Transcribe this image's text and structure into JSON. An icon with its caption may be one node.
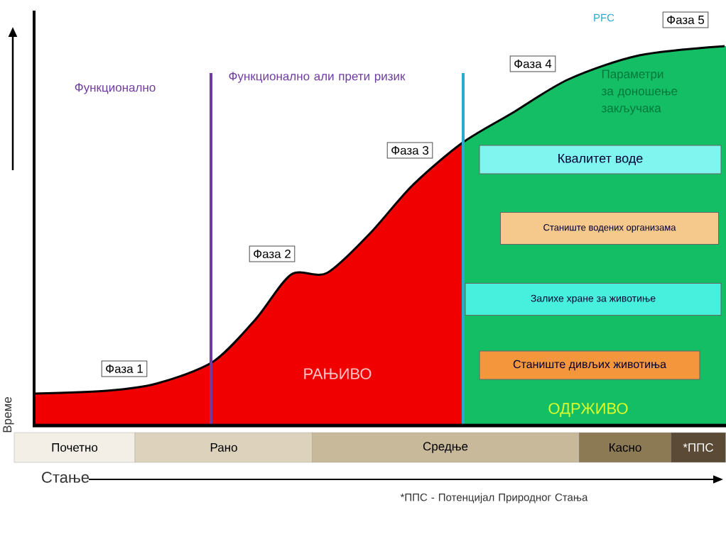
{
  "diagram": {
    "nodes": [
      {
        "text": [
          "Фаза 1"
        ]
      },
      {
        "text": [
          "Фаза 2"
        ]
      },
      {
        "text": [
          "Фаза 3"
        ]
      },
      {
        "text": [
          "Фаза 4"
        ]
      },
      {
        "text": [
          "Фаза 5"
        ]
      },
      {
        "text": [
          "Квалитет воде"
        ]
      },
      {
        "text": [
          "Станиште водених организама"
        ]
      },
      {
        "text": [
          "Залихе хране за животиње"
        ]
      },
      {
        "text": [
          "Станиште дивљих животиња"
        ]
      },
      {
        "text": [
          "Почетно"
        ]
      },
      {
        "text": [
          "Рано"
        ]
      },
      {
        "text": [
          "Средње"
        ]
      },
      {
        "text": [
          "Касно"
        ]
      },
      {
        "text": [
          "*ППС"
        ]
      }
    ],
    "edges": [],
    "labels": [
      "PFC",
      "Функционално",
      "Функционално али прети ризик",
      "Параметри за доношење закључака",
      "РАЊИВО",
      "ОДРЖИВО",
      "Време",
      "Стање",
      "*ППС - Потенцијал Природног Стања"
    ]
  }
}
